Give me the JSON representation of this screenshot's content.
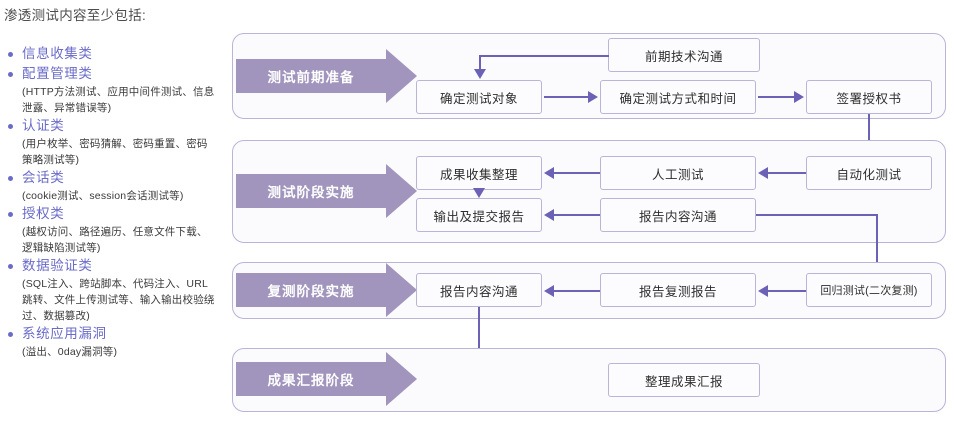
{
  "list": {
    "title": "渗透测试内容至少包括:",
    "bullet_color": "#6b6bc8",
    "items": [
      {
        "label": "信息收集类",
        "desc": ""
      },
      {
        "label": "配置管理类",
        "desc": "(HTTP方法测试、应用中间件测试、信息泄露、异常错误等)"
      },
      {
        "label": "认证类",
        "desc": "(用户枚举、密码猜解、密码重置、密码策略测试等)"
      },
      {
        "label": "会话类",
        "desc": "(cookie测试、session会话测试等)"
      },
      {
        "label": "授权类",
        "desc": "(越权访问、路径遍历、任意文件下载、逻辑缺陷测试等)"
      },
      {
        "label": "数据验证类",
        "desc": "(SQL注入、跨站脚本、代码注入、URL跳转、文件上传测试等、输入输出校验绕过、数据篡改)"
      },
      {
        "label": "系统应用漏洞",
        "desc": "(溢出、0day漏洞等)"
      }
    ]
  },
  "flow": {
    "accent_band": "#a194bd",
    "accent_line": "#6b62b5",
    "border_color": "#b9b4d8",
    "stages": [
      {
        "label": "测试前期准备",
        "nodes": [
          {
            "text": "前期技术沟通"
          },
          {
            "text": "确定测试对象"
          },
          {
            "text": "确定测试方式和时间"
          },
          {
            "text": "签署授权书"
          }
        ]
      },
      {
        "label": "测试阶段实施",
        "nodes": [
          {
            "text": "成果收集整理"
          },
          {
            "text": "人工测试"
          },
          {
            "text": "自动化测试"
          },
          {
            "text": "输出及提交报告"
          },
          {
            "text": "报告内容沟通"
          }
        ]
      },
      {
        "label": "复测阶段实施",
        "nodes": [
          {
            "text": "报告内容沟通"
          },
          {
            "text": "报告复测报告"
          },
          {
            "text": "回归测试(二次复测)"
          }
        ]
      },
      {
        "label": "成果汇报阶段",
        "nodes": [
          {
            "text": "整理成果汇报"
          }
        ]
      }
    ]
  }
}
